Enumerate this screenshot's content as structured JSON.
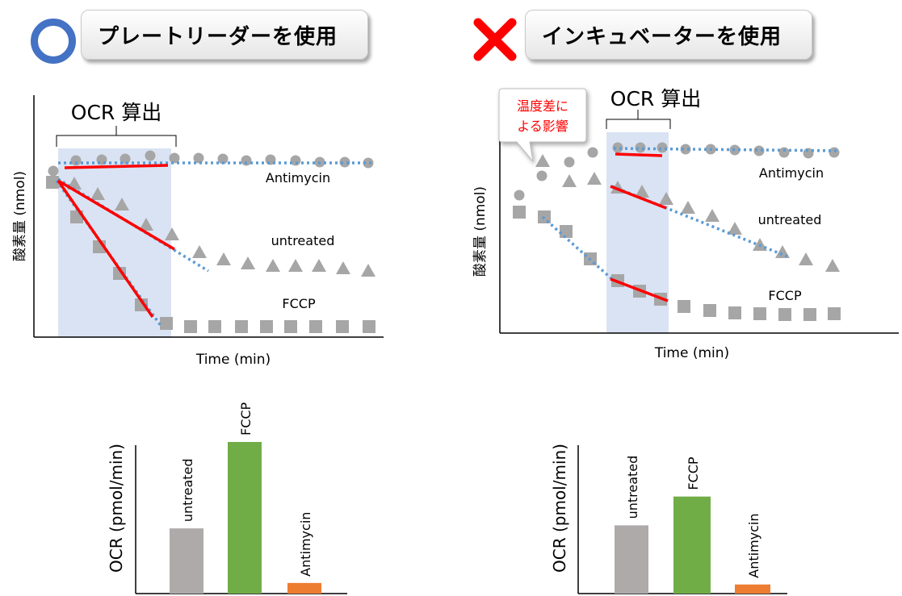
{
  "left_panel": {
    "header": "プレートリーダーを使用",
    "mark": "circle-o",
    "bracket_label": "OCR 算出",
    "ylabel": "酸素量 (nmol)",
    "xlabel": "Time (min)",
    "series_labels": {
      "antimycin": "Antimycin",
      "untreated": "untreated",
      "fccp": "FCCP"
    }
  },
  "right_panel": {
    "header": "インキュベーターを使用",
    "mark": "cross-x",
    "bracket_label": "OCR 算出",
    "callout": [
      "温度差に",
      "よる影響"
    ],
    "ylabel": "酸素量 (nmol)",
    "xlabel": "Time (min)",
    "series_labels": {
      "antimycin": "Antimycin",
      "untreated": "untreated",
      "fccp": "FCCP"
    }
  },
  "bar_charts": [
    {
      "ylabel": "OCR (pmol/min)",
      "bars": [
        {
          "label": "untreated",
          "value": 0.43,
          "color": "#aeaaaa"
        },
        {
          "label": "FCCP",
          "value": 1.0,
          "color": "#70ad47"
        },
        {
          "label": "Antimycin",
          "value": 0.07,
          "color": "#ed7d31"
        }
      ]
    },
    {
      "ylabel": "OCR (pmol/min)",
      "bars": [
        {
          "label": "untreated",
          "value": 0.45,
          "color": "#aeaaaa"
        },
        {
          "label": "FCCP",
          "value": 0.64,
          "color": "#70ad47"
        },
        {
          "label": "Antimycin",
          "value": 0.06,
          "color": "#ed7d31"
        }
      ]
    }
  ],
  "colors": {
    "marker": "#a6a6a6",
    "dotted_fit": "#5b9bd5",
    "red_fit": "#ff0000",
    "window": "#dae3f3"
  }
}
